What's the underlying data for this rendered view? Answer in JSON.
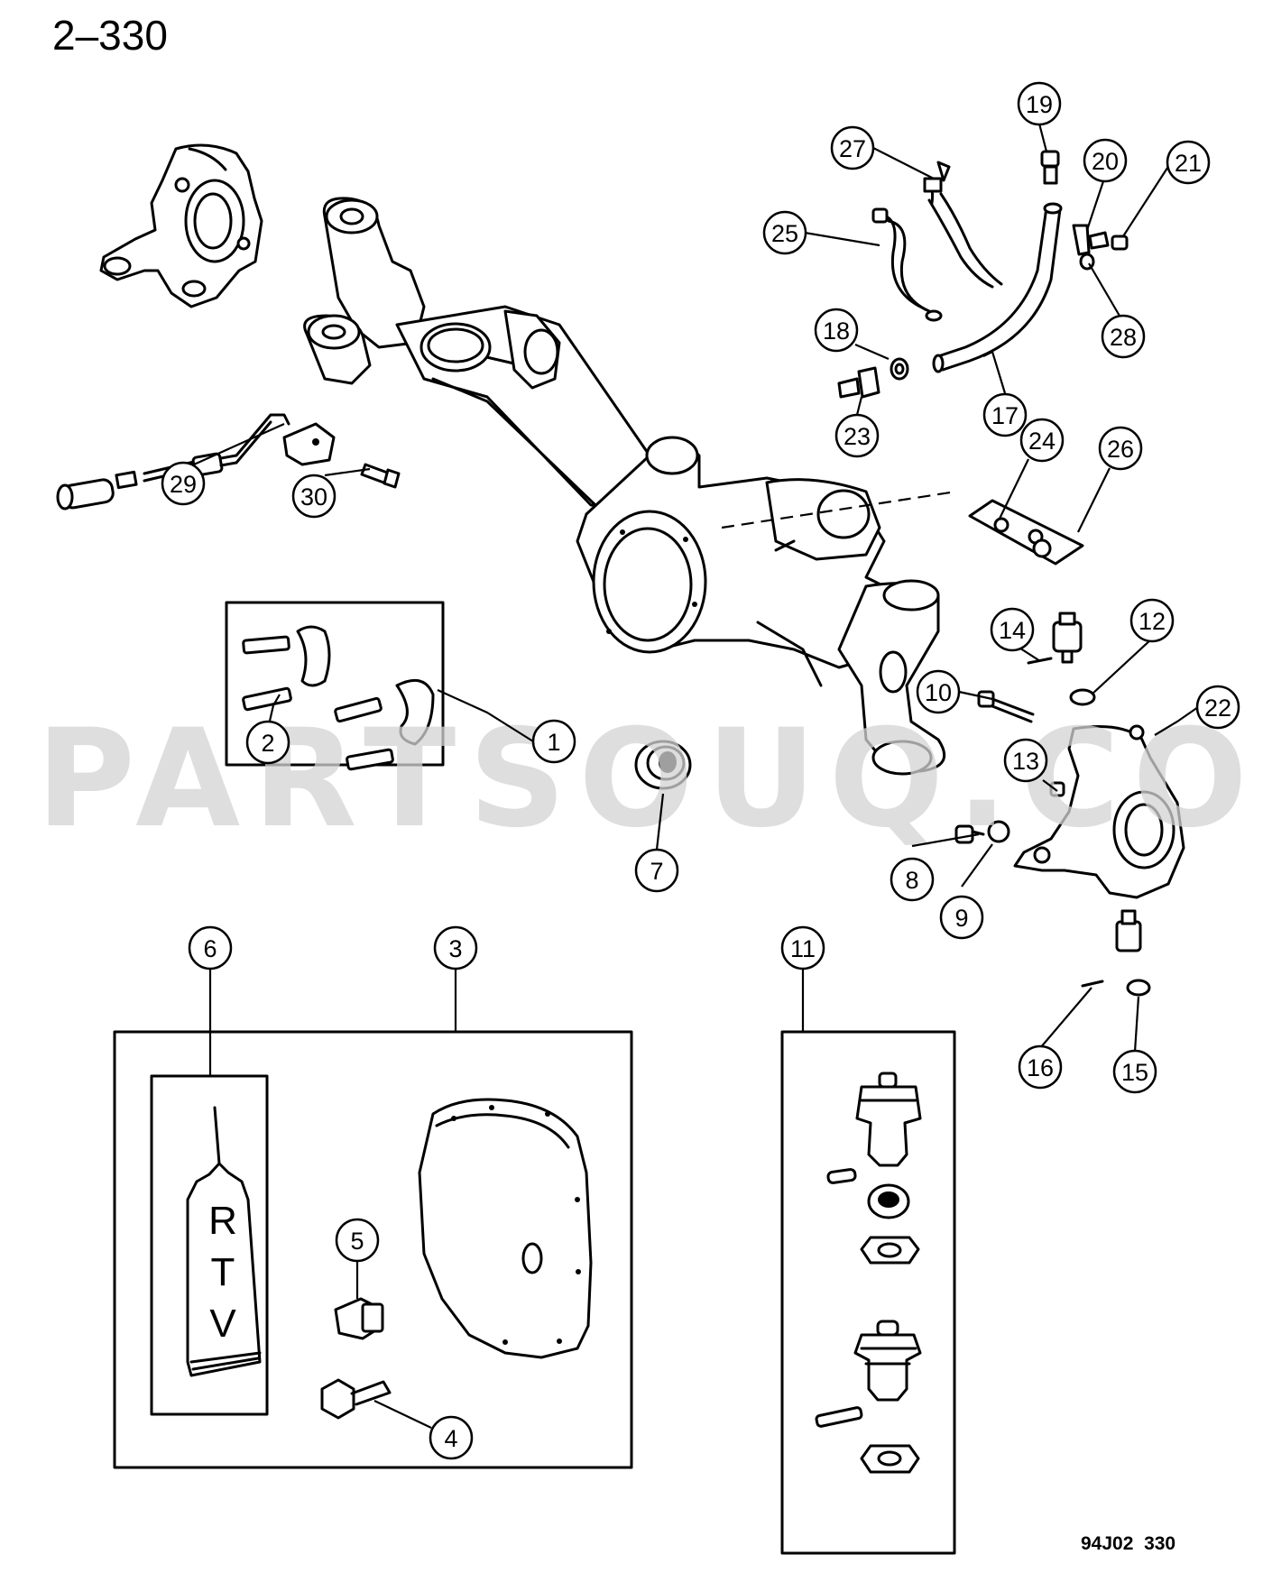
{
  "header": {
    "page_number": "2–330"
  },
  "footer": {
    "drawing_code": "94J02  330"
  },
  "watermark": {
    "text": "PARTSOUQ.COM"
  },
  "tube_label": {
    "text": "RTV"
  },
  "callouts": [
    {
      "id": "c1",
      "num": "1"
    },
    {
      "id": "c2",
      "num": "2"
    },
    {
      "id": "c3",
      "num": "3"
    },
    {
      "id": "c4",
      "num": "4"
    },
    {
      "id": "c5",
      "num": "5"
    },
    {
      "id": "c6",
      "num": "6"
    },
    {
      "id": "c7",
      "num": "7"
    },
    {
      "id": "c8",
      "num": "8"
    },
    {
      "id": "c9",
      "num": "9"
    },
    {
      "id": "c10",
      "num": "10"
    },
    {
      "id": "c11",
      "num": "11"
    },
    {
      "id": "c12",
      "num": "12"
    },
    {
      "id": "c13",
      "num": "13"
    },
    {
      "id": "c14",
      "num": "14"
    },
    {
      "id": "c15",
      "num": "15"
    },
    {
      "id": "c16",
      "num": "16"
    },
    {
      "id": "c17",
      "num": "17"
    },
    {
      "id": "c18",
      "num": "18"
    },
    {
      "id": "c19",
      "num": "19"
    },
    {
      "id": "c20",
      "num": "20"
    },
    {
      "id": "c21",
      "num": "21"
    },
    {
      "id": "c22",
      "num": "22"
    },
    {
      "id": "c23",
      "num": "23"
    },
    {
      "id": "c24",
      "num": "24"
    },
    {
      "id": "c25",
      "num": "25"
    },
    {
      "id": "c26",
      "num": "26"
    },
    {
      "id": "c27",
      "num": "27"
    },
    {
      "id": "c28",
      "num": "28"
    },
    {
      "id": "c29",
      "num": "29"
    },
    {
      "id": "c30",
      "num": "30"
    }
  ]
}
